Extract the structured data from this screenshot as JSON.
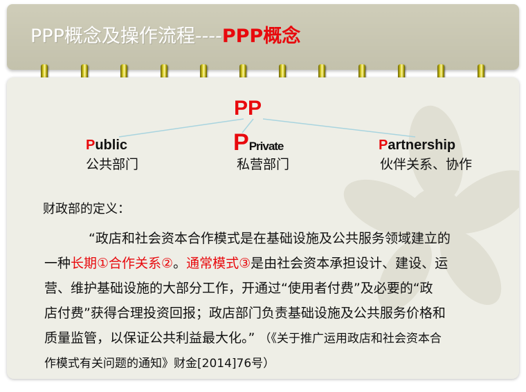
{
  "header": {
    "title_main": "PPP概念及操作流程----",
    "title_accent": "PPP概念"
  },
  "diagram": {
    "root": "PP",
    "terms": [
      {
        "initial": "P",
        "rest": "ublic",
        "zh": "公共部门"
      },
      {
        "initial": "P",
        "rest": "Private",
        "zh": "私营部门"
      },
      {
        "initial": "P",
        "rest": "artnership",
        "zh": "伙伴关系、协作"
      }
    ]
  },
  "definition": {
    "heading": "财政部的定义：",
    "line1": "“政店和社会资本合作模式是在基础设施及公共服务领域建立的",
    "line2_a": "一种",
    "line2_red1": "长期①合作关系②",
    "line2_b": "。",
    "line2_red2": "通常模式③",
    "line2_c": "是由社会资本承担设计、建设、运",
    "line3": "营、维护基础设施的大部分工作，开通过“使用者付费”及必要的“政",
    "line4": "店付费”获得合理投资回报；政店部门负责基础设施及公共服务价格和",
    "line5_a": "质量监管，以保证公共利益最大化。”",
    "line5_cite": "（《关于推广运用政店和社会资本合",
    "line6_cite": "作模式有关问题的通知》财金[2014]76号）"
  },
  "colors": {
    "accent": "#e8090d",
    "header_bg": "#c9c7b2",
    "panel_bg": "#eeeee6",
    "connector": "#a8d4df"
  }
}
